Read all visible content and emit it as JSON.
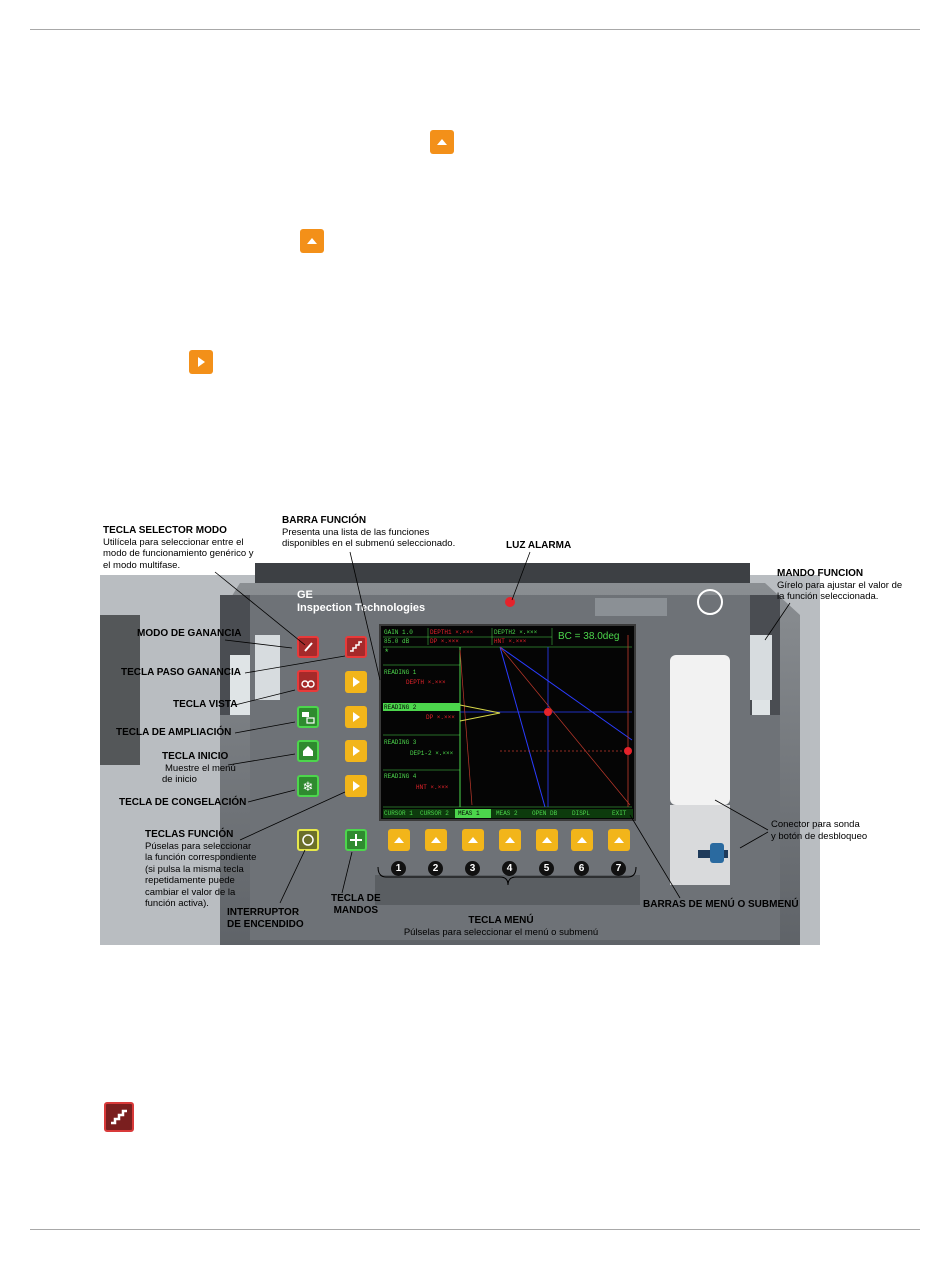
{
  "icons": {
    "up_arrow_key_1": "up-arrow-key-icon",
    "up_arrow_key_2": "up-arrow-key-icon",
    "right_arrow_key": "right-arrow-key-icon",
    "gain_step_key": "gain-step-key-icon"
  },
  "colors": {
    "orange_key": "#f39019",
    "yellow_key": "#f2b51a",
    "red_key": "#a52a2a",
    "green_key": "#2f8a2f",
    "screen_bg": "#050505",
    "screen_green": "#4cd64c",
    "alarm": "#e5232b"
  },
  "device": {
    "brand_line1": "GE",
    "brand_line2": "Inspection Technologies",
    "screen": {
      "header": {
        "gain": "GAIN 1.0",
        "db": "85.0 dB",
        "cells": [
          "DEPTH1 ×.×××",
          "DEPTH2 ×.×××",
          "DP ×.×××",
          "HNT ×.×××"
        ],
        "bc": "BC = 38.0deg"
      },
      "readings": [
        {
          "label": "READING 1",
          "value": "DEPTH ×.×××"
        },
        {
          "label": "READING 2",
          "value": "DP ×.×××"
        },
        {
          "label": "READING 3",
          "value": "DEP1-2 ×.×××"
        },
        {
          "label": "READING 4",
          "value": "HNT ×.×××"
        }
      ],
      "menu": [
        "CURSOR 1",
        "CURSOR 2",
        "MEAS 1",
        "MEAS 2",
        "OPEN DB",
        "DISPL",
        "EXIT"
      ]
    },
    "menu_key_numbers": [
      "1",
      "2",
      "3",
      "4",
      "5",
      "6",
      "7"
    ]
  },
  "callouts": {
    "tecla_selector_modo": {
      "title": "TECLA SELECTOR MODO",
      "lines": [
        "Utilícela para seleccionar entre el",
        "modo de funcionamiento genérico y",
        "el modo multifase."
      ]
    },
    "barra_funcion": {
      "title": "BARRA FUNCIÓN",
      "lines": [
        "Presenta una lista de las funciones",
        "disponibles en el submenú seleccionado."
      ]
    },
    "luz_alarma": {
      "title": "LUZ ALARMA"
    },
    "mando_funcion": {
      "title": "MANDO FUNCION",
      "lines": [
        "Gírelo para ajustar el valor de",
        "la función seleccionada."
      ]
    },
    "modo_de_ganancia": {
      "title": "MODO DE GANANCIA"
    },
    "tecla_paso_ganancia": {
      "title": "TECLA PASO GANANCIA"
    },
    "tecla_vista": {
      "title": "TECLA VISTA"
    },
    "tecla_de_ampliacion": {
      "title": "TECLA DE AMPLIACIÓN"
    },
    "tecla_inicio": {
      "title": "TECLA INICIO",
      "lines": [
        "Muestre el menú",
        "de inicio"
      ]
    },
    "tecla_de_congelacion": {
      "title": "TECLA DE CONGELACIÓN"
    },
    "teclas_funcion": {
      "title": "TECLAS FUNCIÓN",
      "lines": [
        "Púselas para seleccionar",
        "la función correspondiente",
        "(si pulsa la misma tecla",
        "repetidamente puede",
        "cambiar el valor de la",
        "función activa)."
      ]
    },
    "interruptor": {
      "title_line1": "INTERRUPTOR",
      "title_line2": "DE ENCENDIDO"
    },
    "tecla_de_mandos": {
      "title_line1": "TECLA DE",
      "title_line2": "MANDOS"
    },
    "tecla_menu": {
      "title": "TECLA MENÚ",
      "lines": [
        "Púlselas para seleccionar el menú o submenú"
      ]
    },
    "barras_menu": {
      "title": "BARRAS DE MENÚ O SUBMENÚ"
    },
    "conector": {
      "lines": [
        "Conector para sonda",
        "y botón de desbloqueo"
      ]
    }
  }
}
